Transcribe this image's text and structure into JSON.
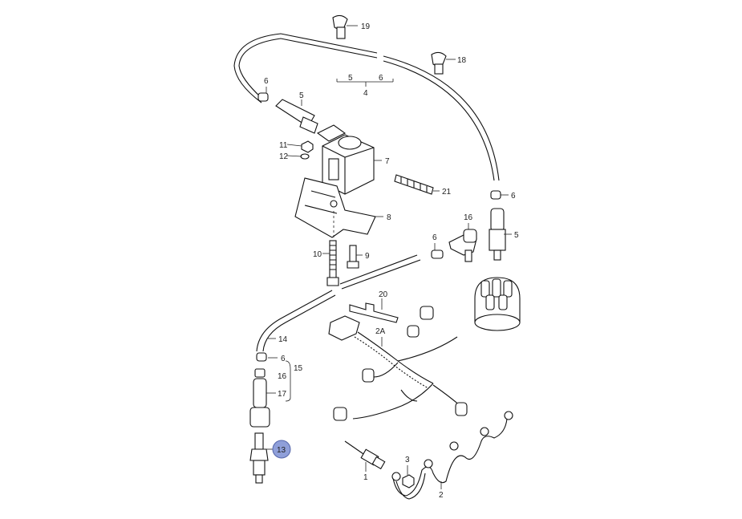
{
  "callouts": {
    "c19": "19",
    "c18": "18",
    "c5a": "5",
    "c6a": "6",
    "c4": "4",
    "c6b": "6",
    "c5b": "5",
    "c11": "11",
    "c12": "12",
    "c7": "7",
    "c21": "21",
    "c6c": "6",
    "c8": "8",
    "c16a": "16",
    "c6d": "6",
    "c5c": "5",
    "c10": "10",
    "c9": "9",
    "c20": "20",
    "c2a": "2A",
    "c14": "14",
    "c6e": "6",
    "c16b": "16",
    "c15": "15",
    "c17": "17",
    "c13": "13",
    "c3": "3",
    "c1": "1",
    "c2": "2"
  },
  "highlight_color": "#8f9fd9"
}
